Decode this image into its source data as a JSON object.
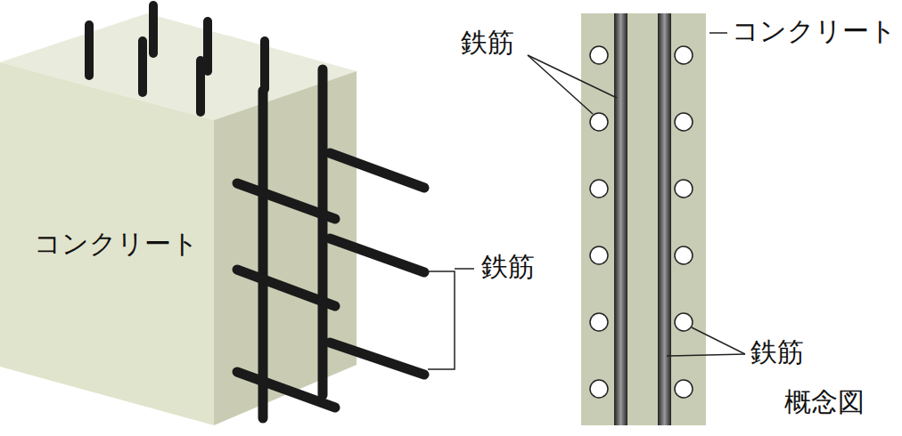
{
  "diagram": {
    "labels": [
      "鉄筋",
      "コンクリート",
      "コンクリート",
      "鉄筋",
      "鉄筋",
      "概念図"
    ]
  }
}
